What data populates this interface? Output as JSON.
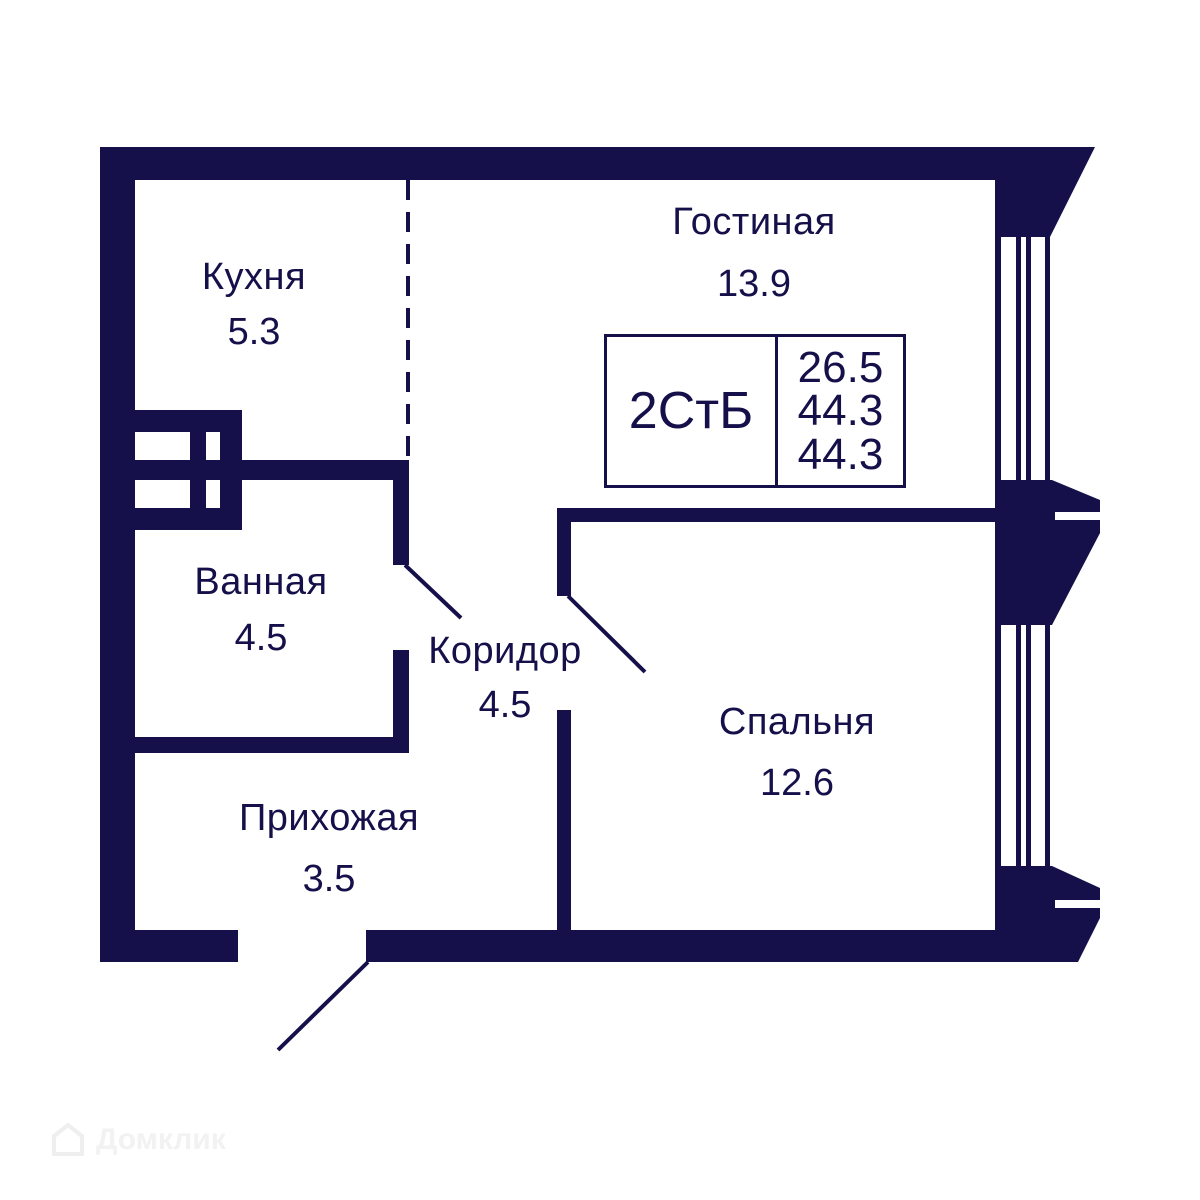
{
  "plan": {
    "wall_color": "#15104a",
    "background_color": "#ffffff",
    "rooms": [
      {
        "id": "kitchen",
        "name": "Кухня",
        "area": "5.3"
      },
      {
        "id": "living",
        "name": "Гостиная",
        "area": "13.9"
      },
      {
        "id": "bathroom",
        "name": "Ванная",
        "area": "4.5"
      },
      {
        "id": "corridor",
        "name": "Коридор",
        "area": "4.5"
      },
      {
        "id": "bedroom",
        "name": "Спальня",
        "area": "12.6"
      },
      {
        "id": "hallway",
        "name": "Прихожая",
        "area": "3.5"
      }
    ],
    "info_box": {
      "type_code": "2СтБ",
      "values": [
        "26.5",
        "44.3",
        "44.3"
      ]
    }
  },
  "watermark": {
    "icon": "domclick-house-icon",
    "text": "Домклик"
  }
}
